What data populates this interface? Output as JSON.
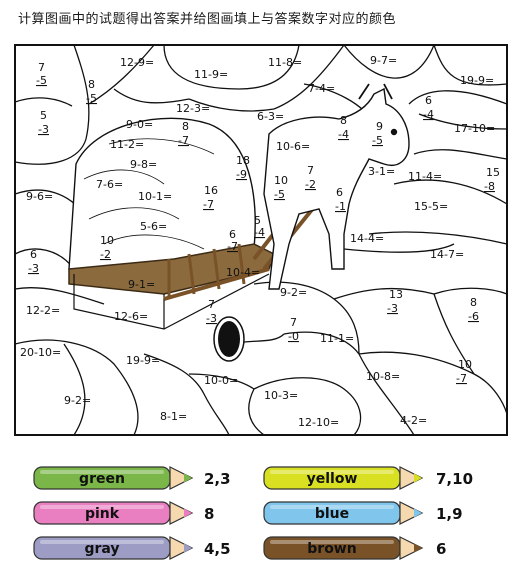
{
  "title": "计算图画中的试题得出答案并给图画填上与答案数字对应的颜色",
  "labels": [
    {
      "id": "p1",
      "t": "7"
    },
    {
      "id": "p1b",
      "t": "-5"
    },
    {
      "id": "p2",
      "t": "8"
    },
    {
      "id": "p2b",
      "t": "-5"
    },
    {
      "id": "p3",
      "t": "5"
    },
    {
      "id": "p3b",
      "t": "-3"
    },
    {
      "id": "p4",
      "t": "12-9="
    },
    {
      "id": "p5",
      "t": "11-9="
    },
    {
      "id": "p6",
      "t": "11-8="
    },
    {
      "id": "p7",
      "t": "9-7="
    },
    {
      "id": "p8",
      "t": "19-9="
    },
    {
      "id": "p9",
      "t": "7-4="
    },
    {
      "id": "p10",
      "t": "12-3="
    },
    {
      "id": "p11",
      "t": "9-0="
    },
    {
      "id": "p12",
      "t": "8"
    },
    {
      "id": "p12b",
      "t": "-7"
    },
    {
      "id": "p13",
      "t": "6-3="
    },
    {
      "id": "p14",
      "t": "8"
    },
    {
      "id": "p14b",
      "t": "-4"
    },
    {
      "id": "p15",
      "t": "9"
    },
    {
      "id": "p15b",
      "t": "-5"
    },
    {
      "id": "p16",
      "t": "6"
    },
    {
      "id": "p16b",
      "t": "-4"
    },
    {
      "id": "p17",
      "t": "17-10="
    },
    {
      "id": "p18",
      "t": "11-2="
    },
    {
      "id": "p19",
      "t": "9-8="
    },
    {
      "id": "p20",
      "t": "18"
    },
    {
      "id": "p20b",
      "t": "-9"
    },
    {
      "id": "p21",
      "t": "10-6="
    },
    {
      "id": "p22",
      "t": "7"
    },
    {
      "id": "p22b",
      "t": "-2"
    },
    {
      "id": "p23",
      "t": "3-1="
    },
    {
      "id": "p24",
      "t": "11-4="
    },
    {
      "id": "p25",
      "t": "15"
    },
    {
      "id": "p25b",
      "t": "-8"
    },
    {
      "id": "p26",
      "t": "7-6="
    },
    {
      "id": "p27",
      "t": "10-1="
    },
    {
      "id": "p28",
      "t": "16"
    },
    {
      "id": "p28b",
      "t": "-7"
    },
    {
      "id": "p29",
      "t": "10"
    },
    {
      "id": "p29b",
      "t": "-5"
    },
    {
      "id": "p30",
      "t": "6"
    },
    {
      "id": "p30b",
      "t": "-1"
    },
    {
      "id": "p31",
      "t": "15-5="
    },
    {
      "id": "p32",
      "t": "9-6="
    },
    {
      "id": "p33",
      "t": "5-6="
    },
    {
      "id": "p34",
      "t": "5"
    },
    {
      "id": "p34b",
      "t": "-4"
    },
    {
      "id": "p35",
      "t": "6"
    },
    {
      "id": "p35b",
      "t": "-7"
    },
    {
      "id": "p36",
      "t": "14-4="
    },
    {
      "id": "p37",
      "t": "6"
    },
    {
      "id": "p37b",
      "t": "-3"
    },
    {
      "id": "p38",
      "t": "10"
    },
    {
      "id": "p38b",
      "t": "-2"
    },
    {
      "id": "p39",
      "t": "14-7="
    },
    {
      "id": "p40",
      "t": "10-4="
    },
    {
      "id": "p41",
      "t": "9-1="
    },
    {
      "id": "p42",
      "t": "9-2="
    },
    {
      "id": "p43",
      "t": "13"
    },
    {
      "id": "p43b",
      "t": "-3"
    },
    {
      "id": "p44",
      "t": "12-2="
    },
    {
      "id": "p45",
      "t": "12-6="
    },
    {
      "id": "p46",
      "t": "7"
    },
    {
      "id": "p46b",
      "t": "-3"
    },
    {
      "id": "p47",
      "t": "8"
    },
    {
      "id": "p47b",
      "t": "-6"
    },
    {
      "id": "p48",
      "t": "7"
    },
    {
      "id": "p48b",
      "t": "-0"
    },
    {
      "id": "p49",
      "t": "11-1="
    },
    {
      "id": "p50",
      "t": "20-10="
    },
    {
      "id": "p51",
      "t": "19-9="
    },
    {
      "id": "p52",
      "t": "10-0="
    },
    {
      "id": "p53",
      "t": "10-8="
    },
    {
      "id": "p54",
      "t": "10"
    },
    {
      "id": "p54b",
      "t": "-7"
    },
    {
      "id": "p55",
      "t": "9-2="
    },
    {
      "id": "p56",
      "t": "10-3="
    },
    {
      "id": "p57",
      "t": "8-1="
    },
    {
      "id": "p58",
      "t": "12-10="
    },
    {
      "id": "p59",
      "t": "4-2="
    }
  ],
  "legend": [
    {
      "label": "green",
      "value": "2,3",
      "color": "#7ab648"
    },
    {
      "label": "yellow",
      "value": "7,10",
      "color": "#d9e021"
    },
    {
      "label": "pink",
      "value": "8",
      "color": "#e97fc0"
    },
    {
      "label": "blue",
      "value": "1,9",
      "color": "#7fc5ec"
    },
    {
      "label": "gray",
      "value": "4,5",
      "color": "#9d9cc4"
    },
    {
      "label": "brown",
      "value": "6",
      "color": "#7a5228"
    }
  ]
}
